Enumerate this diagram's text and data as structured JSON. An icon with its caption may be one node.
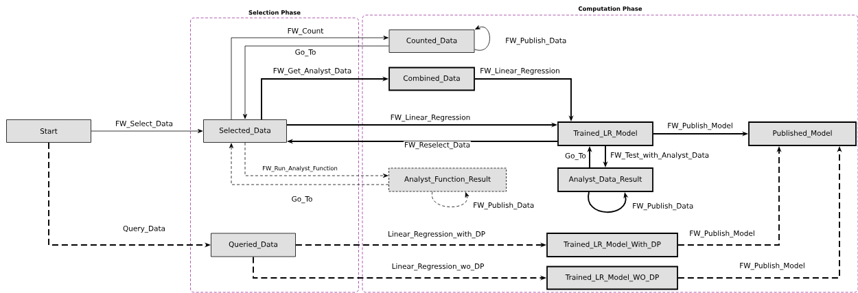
{
  "diagram": {
    "nodes": [
      {
        "text": [
          "Selection Phase"
        ]
      },
      {
        "text": [
          "Computation Phase"
        ]
      },
      {
        "text": [
          "Start"
        ]
      },
      {
        "text": [
          "Selected_Data"
        ],
        "in": 0
      },
      {
        "text": [
          "Queried_Data"
        ],
        "in": 0
      },
      {
        "text": [
          "Counted_Data"
        ],
        "in": 1
      },
      {
        "text": [
          "Combined_Data"
        ],
        "in": 1
      },
      {
        "text": [
          "Trained_LR_Model"
        ],
        "in": 1
      },
      {
        "text": [
          "Published_Model"
        ],
        "in": 1
      },
      {
        "text": [
          "Analyst_Function_Result"
        ],
        "in": 1
      },
      {
        "text": [
          "Analyst_Data_Result"
        ],
        "in": 1
      },
      {
        "text": [
          "Trained_LR_Model_With_DP"
        ],
        "in": 1
      },
      {
        "text": [
          "Trained_LR_Model_WO_DP"
        ],
        "in": 1
      }
    ],
    "edges": [
      {
        "from": 2,
        "to": 3,
        "arrow": "to",
        "label": "FW_Select_Data"
      },
      {
        "from": 3,
        "to": 5,
        "arrow": "to",
        "label": "FW_Count"
      },
      {
        "from": 5,
        "to": 3,
        "arrow": "to",
        "label": "Go_To"
      },
      {
        "from": 5,
        "to": 5,
        "arrow": "to",
        "label": "FW_Publish_Data"
      },
      {
        "from": 3,
        "to": 6,
        "arrow": "to",
        "label": "FW_Get_Analyst_Data"
      },
      {
        "from": 6,
        "to": 7,
        "arrow": "to",
        "label": "FW_Linear_Regression"
      },
      {
        "from": 3,
        "to": 7,
        "arrow": "to",
        "label": "FW_Linear_Regression"
      },
      {
        "from": 7,
        "to": 3,
        "arrow": "to",
        "label": "FW_Reselect_Data"
      },
      {
        "from": 7,
        "to": 8,
        "arrow": "to",
        "label": "FW_Publish_Model"
      },
      {
        "from": 3,
        "to": 9,
        "arrow": "to",
        "label": "FW_Run_Analyst_Function",
        "style": "dashed"
      },
      {
        "from": 9,
        "to": 3,
        "arrow": "to",
        "label": "Go_To",
        "style": "dashed"
      },
      {
        "from": 9,
        "to": 9,
        "arrow": "to",
        "label": "FW_Publish_Data",
        "style": "dashed"
      },
      {
        "from": 10,
        "to": 7,
        "arrow": "to",
        "label": "Go_To"
      },
      {
        "from": 7,
        "to": 10,
        "arrow": "to",
        "label": "FW_Test_with_Analyst_Data"
      },
      {
        "from": 10,
        "to": 10,
        "arrow": "to",
        "label": "FW_Publish_Data"
      },
      {
        "from": 2,
        "to": 4,
        "arrow": "to",
        "label": "Query_Data",
        "style": "dashed"
      },
      {
        "from": 4,
        "to": 11,
        "arrow": "to",
        "label": "Linear_Regression_with_DP",
        "style": "dashed"
      },
      {
        "from": 4,
        "to": 12,
        "arrow": "to",
        "label": "Linear_Regression_wo_DP",
        "style": "dashed"
      },
      {
        "from": 11,
        "to": 8,
        "arrow": "to",
        "label": "FW_Publish_Model",
        "style": "dashed"
      },
      {
        "from": 12,
        "to": 8,
        "arrow": "to",
        "label": "FW_Publish_Model",
        "style": "dashed"
      }
    ]
  }
}
